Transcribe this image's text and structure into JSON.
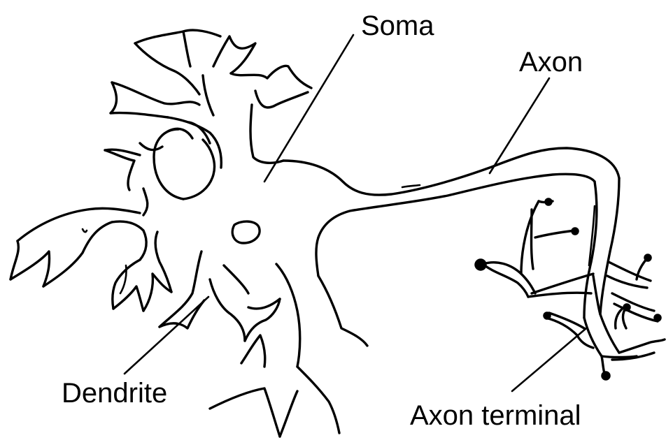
{
  "labels": {
    "soma": "Soma",
    "axon": "Axon",
    "dendrite": "Dendrite",
    "axon_terminal": "Axon terminal"
  },
  "colors": {
    "ink": "#000000",
    "background": "#ffffff"
  }
}
